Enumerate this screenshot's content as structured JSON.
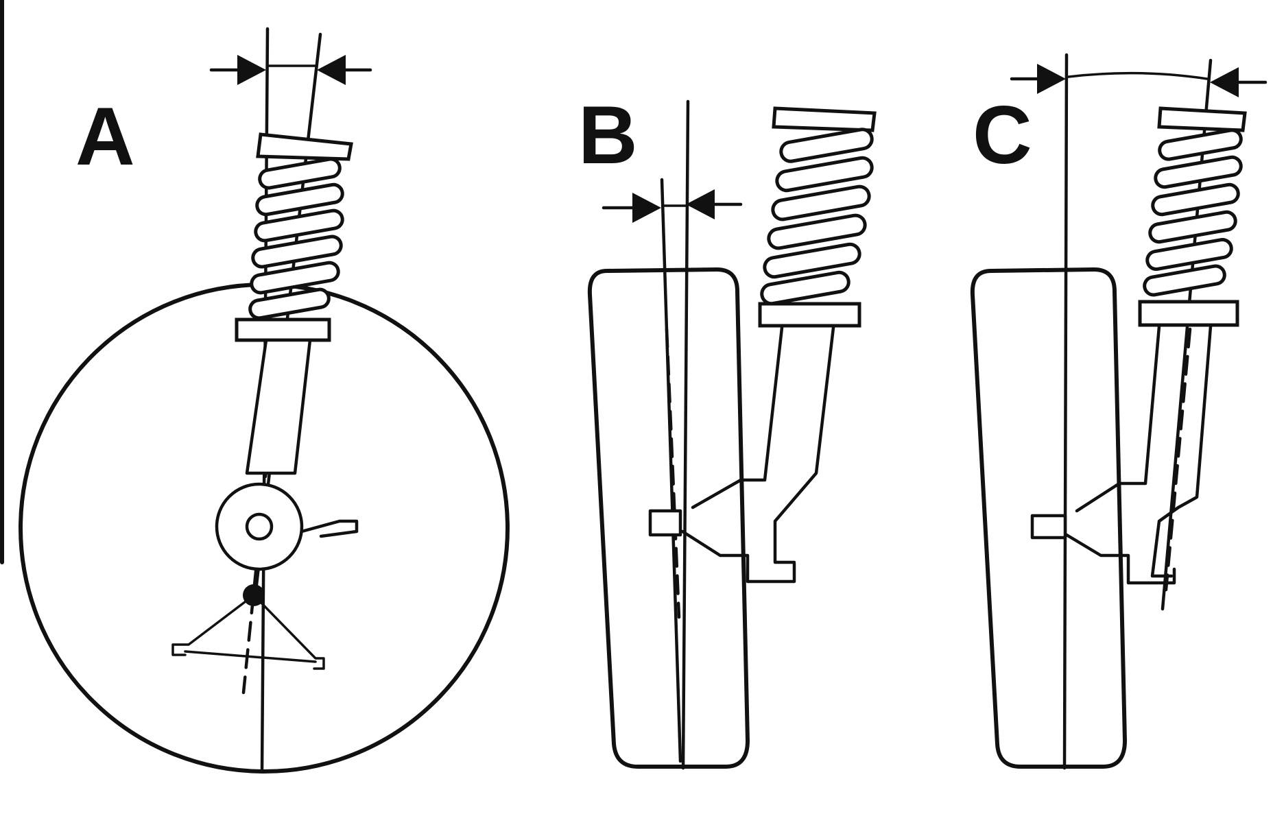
{
  "panels": [
    {
      "id": "a",
      "label": "A"
    },
    {
      "id": "b",
      "label": "B"
    },
    {
      "id": "c",
      "label": "C"
    }
  ],
  "colors": {
    "ink": "#111111",
    "background": "#ffffff"
  }
}
